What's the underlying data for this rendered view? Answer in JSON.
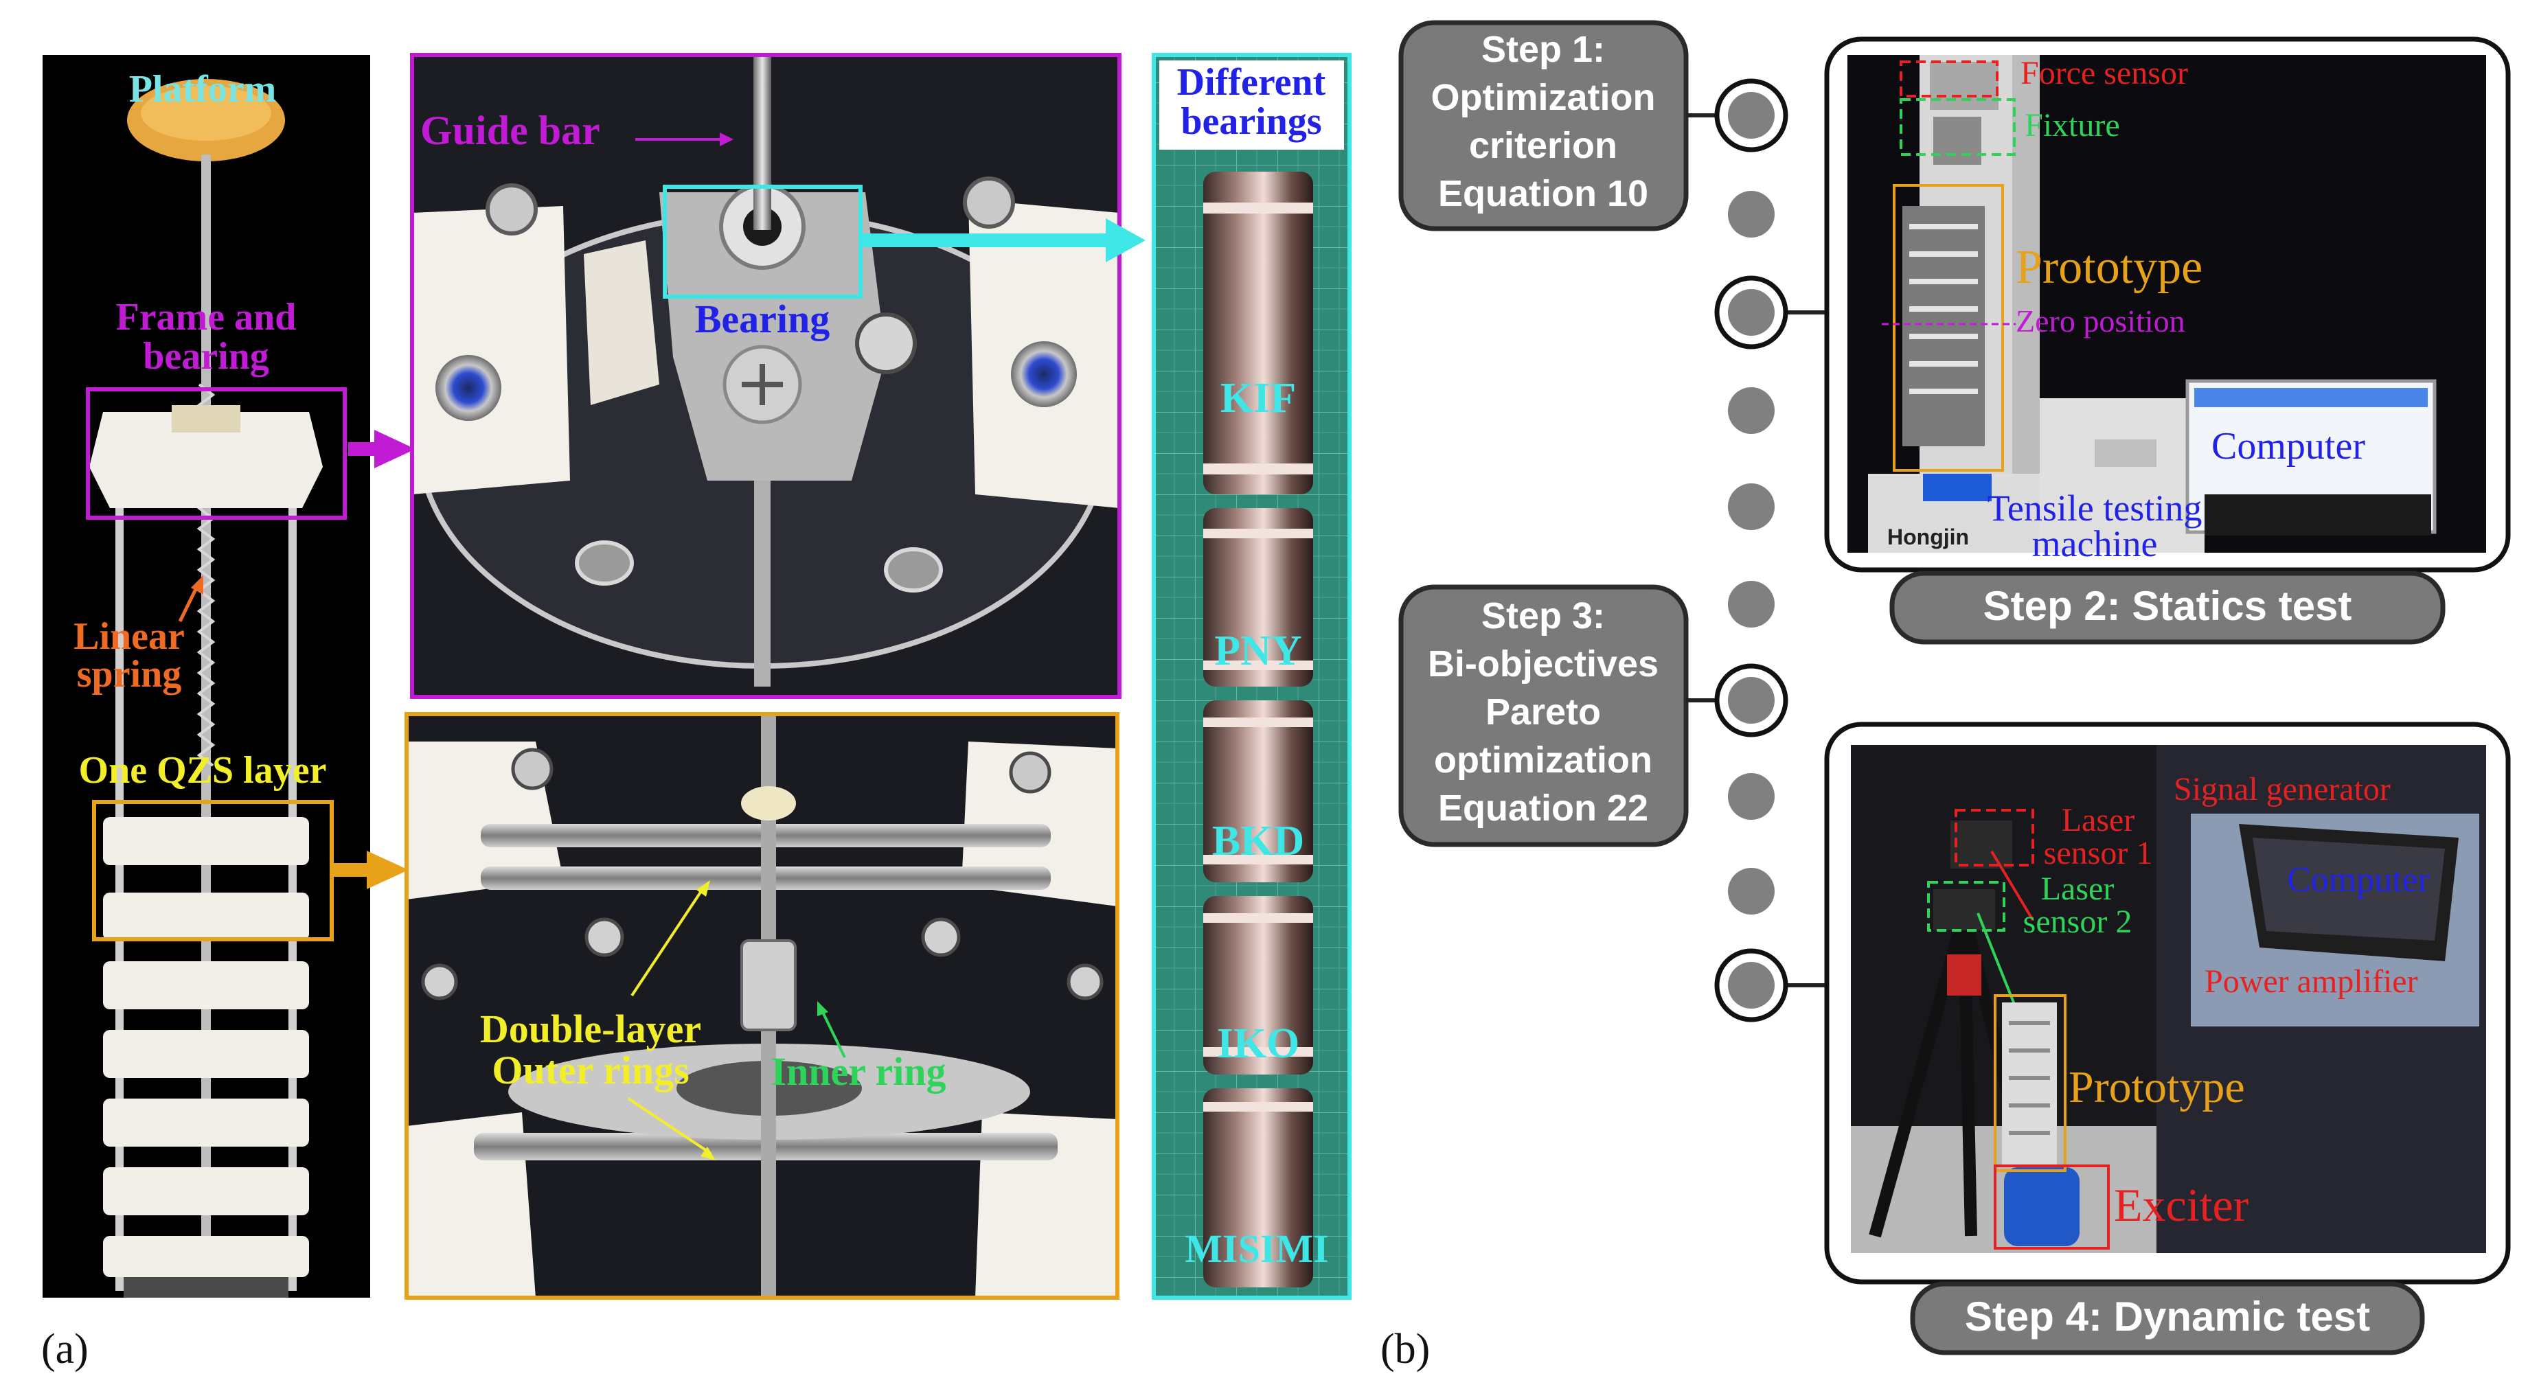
{
  "panel_a": {
    "tag": "(a)",
    "platform": "Platform",
    "frame_bearing_1": "Frame and",
    "frame_bearing_2": "bearing",
    "linear_spring_1": "Linear",
    "linear_spring_2": "spring",
    "qzs_layer": "One QZS layer",
    "guide_bar": "Guide bar",
    "bearing": "Bearing",
    "different_bearings_1": "Different",
    "different_bearings_2": "bearings",
    "bearing_types": [
      "KIF",
      "PNY",
      "BKD",
      "IKO",
      "MISIMI"
    ],
    "double_layer_1": "Double-layer",
    "double_layer_2": "Outer rings",
    "inner_ring": "Inner ring"
  },
  "panel_b": {
    "tag": "(b)",
    "step1": [
      "Step 1:",
      "Optimization",
      "criterion",
      "Equation 10"
    ],
    "step3": [
      "Step 3:",
      "Bi-objectives",
      "Pareto",
      "optimization",
      "Equation 22"
    ],
    "step2_title": "Step 2: Statics test",
    "step4_title": "Step 4: Dynamic test",
    "statics": {
      "force_sensor": "Force sensor",
      "fixture": "Fixture",
      "prototype": "Prototype",
      "zero_position": "Zero position",
      "computer": "Computer",
      "tensile_1": "Tensile testing",
      "tensile_2": "machine",
      "brand": "Hongjin"
    },
    "dynamic": {
      "signal_generator": "Signal generator",
      "laser1_1": "Laser",
      "laser1_2": "sensor 1",
      "laser2_1": "Laser",
      "laser2_2": "sensor 2",
      "computer": "Computer",
      "power_amplifier": "Power amplifier",
      "prototype": "Prototype",
      "exciter": "Exciter"
    }
  },
  "colors": {
    "magenta": "#c21bd6",
    "cyan": "#3fe6e6",
    "orange": "#e8a21a",
    "yellow": "#f2ee2a",
    "spring_orange": "#ef6a22",
    "red": "#e62121",
    "green": "#2ed45a",
    "blue": "#2222e6",
    "step_gray": "#7a7a7a"
  }
}
